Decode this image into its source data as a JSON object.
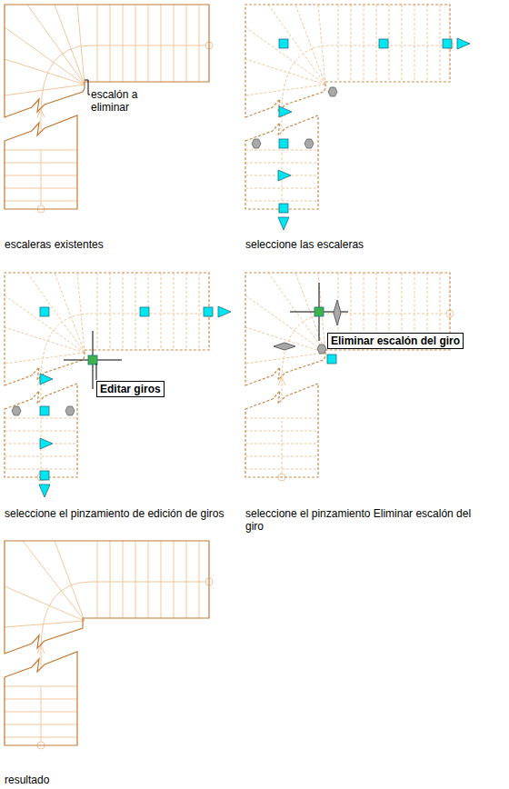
{
  "diagram": {
    "nodes": [
      {
        "text": [
          "Editar giros"
        ]
      },
      {
        "text": [
          "Eliminar escalón del giro"
        ]
      }
    ],
    "labels": [
      "escalón a eliminar",
      "escaleras existentes",
      "seleccione las escaleras",
      "seleccione el pinzamiento de edición de giros",
      "seleccione el pinzamiento Eliminar escalón del giro",
      "resultado"
    ]
  }
}
